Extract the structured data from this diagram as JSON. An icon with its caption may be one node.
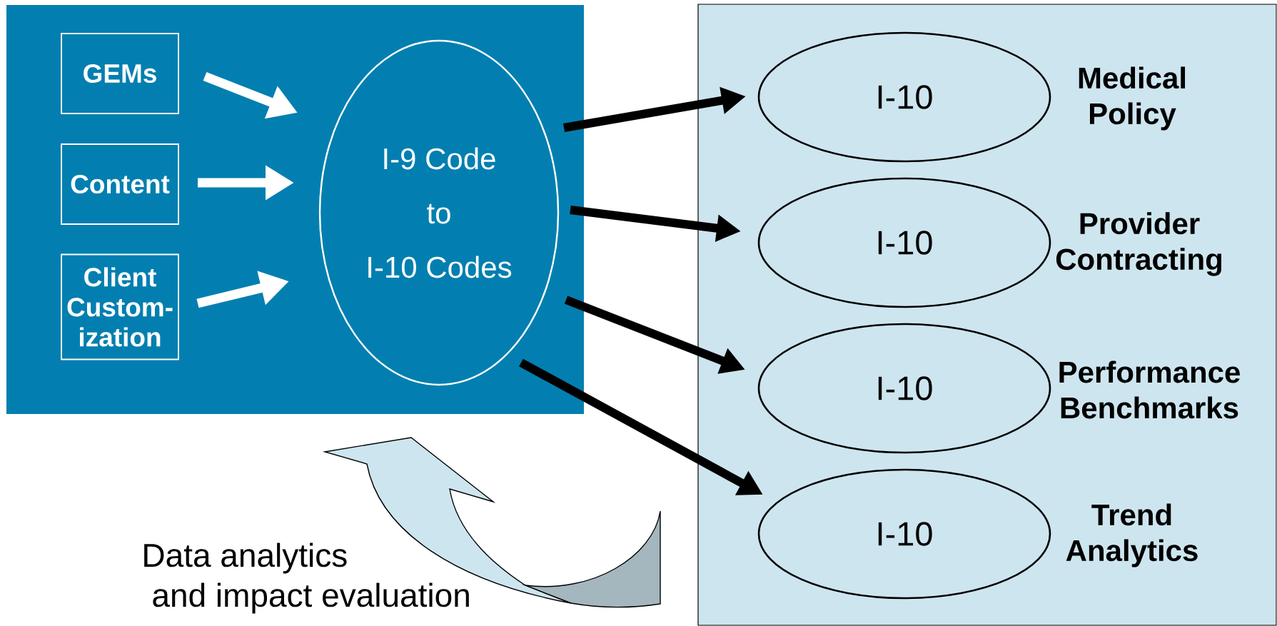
{
  "diagram": {
    "nodes": [
      {
        "text": [],
        "shape": "box"
      },
      {
        "text": [
          "GEMs"
        ],
        "in": 0
      },
      {
        "text": [
          "Content"
        ],
        "in": 0
      },
      {
        "text": [
          "Client Custom- ization"
        ],
        "in": 0
      },
      {
        "text": [
          "I-9 Code",
          "to",
          "I-10 Codes"
        ],
        "in": 0
      },
      {
        "text": [],
        "shape": "box"
      },
      {
        "text": [
          "I-10"
        ],
        "in": 5,
        "beside": [
          "Medical Policy"
        ]
      },
      {
        "text": [
          "I-10"
        ],
        "in": 5,
        "beside": [
          "Provider Contracting"
        ]
      },
      {
        "text": [
          "I-10"
        ],
        "in": 5,
        "beside": [
          "Performance Benchmarks"
        ]
      },
      {
        "text": [
          "I-10"
        ],
        "in": 5,
        "beside": [
          "Trend Analytics"
        ]
      }
    ],
    "edges": [
      {
        "from": 1,
        "to": 4,
        "arrow": "to",
        "color": "#ffffff"
      },
      {
        "from": 2,
        "to": 4,
        "arrow": "to",
        "color": "#ffffff"
      },
      {
        "from": 3,
        "to": 4,
        "arrow": "to",
        "color": "#ffffff"
      },
      {
        "from": 4,
        "to": 6,
        "arrow": "to"
      },
      {
        "from": 4,
        "to": 7,
        "arrow": "to"
      },
      {
        "from": 4,
        "to": 8,
        "arrow": "to"
      },
      {
        "from": 4,
        "to": 9,
        "arrow": "to"
      }
    ],
    "labels": [
      "Data analytics",
      "and impact evaluation"
    ]
  }
}
